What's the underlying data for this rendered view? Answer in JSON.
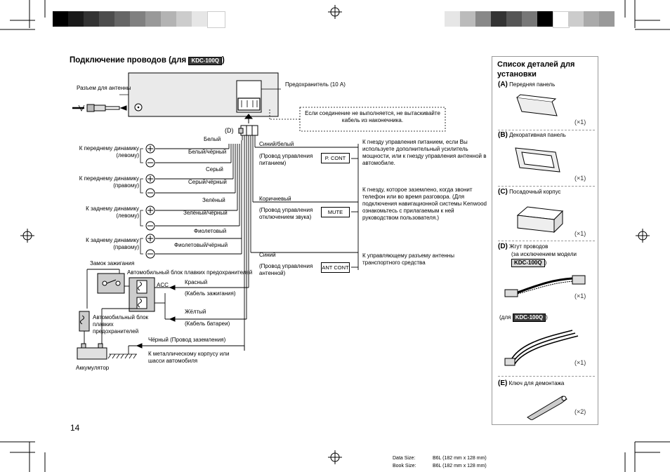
{
  "page": {
    "title": "Подключение проводов (для",
    "title_badge": "KDC-100Q",
    "page_number": "14"
  },
  "unit": {
    "antenna_jack": "Разъем для антенны",
    "fuse": "Предохранитель (10 A)",
    "harness_label": "(D)"
  },
  "note": "Если соединение не выполняется, не вытаскивайте кабель из наконечника.",
  "speakers": [
    {
      "pos": "Белый",
      "neg": "Белый/чёрный",
      "label": "К переднему динамику (левому)"
    },
    {
      "pos": "Серый",
      "neg": "Серый/чёрный",
      "label": "К переднему динамику (правому)"
    },
    {
      "pos": "Зелёный",
      "neg": "Зелёный/чёрный",
      "label": "К заднему динамику (левому)"
    },
    {
      "pos": "Фиолетовый",
      "neg": "Фиолетовый/чёрный",
      "label": "К заднему динамику (правому)"
    }
  ],
  "control_wires": [
    {
      "color": "Синий/белый",
      "sub": "(Провод управления питанием)",
      "box": "P. CONT",
      "desc": "К гнезду управления питанием, если Вы используете дополнительный усилитель мощности, или к гнезду управления антенной в автомобиле."
    },
    {
      "color": "Коричневый",
      "sub": "(Провод управления отключением звука)",
      "box": "MUTE",
      "desc": "К гнезду, которое заземлено, когда звонит телефон или во время разговора. (Для подключения навигационной системы Kenwood ознакомьтесь с прилагаемым к ней руководством пользователя.)"
    },
    {
      "color": "Синий",
      "sub": "(Провод управления антенной)",
      "box": "ANT CONT",
      "desc": "К управляющему разъему антенны транспортного средства"
    }
  ],
  "power": {
    "ignition": "Замок зажигания",
    "fuse_block": "Автомобильный блок плавких предохранителей",
    "acc": "ACC",
    "red": "Красный",
    "red_sub": "(Кабель зажигания)",
    "yellow": "Жёлтый",
    "yellow_sub": "(Кабель батареи)",
    "fuse_block2": "Автомобильный блок плавких предохранителей",
    "black": "Чёрный (Провод заземления)",
    "chassis": "К металлическому корпусу или шасси автомобиля",
    "battery": "Аккумулятор"
  },
  "parts": {
    "title": "Список деталей для установки",
    "items": [
      {
        "letter": "(A)",
        "name": "Передняя панель",
        "qty": "(×1)"
      },
      {
        "letter": "(B)",
        "name": "Декоративная панель",
        "qty": "(×1)"
      },
      {
        "letter": "(C)",
        "name": "Посадочный корпус",
        "qty": "(×1)"
      },
      {
        "letter": "(D)",
        "name": "Жгут проводов",
        "qty": "(×1)"
      },
      {
        "letter": "(E)",
        "name": "Ключ для демонтажа",
        "qty": "(×2)"
      }
    ],
    "d_note1": "(за исключением модели",
    "d_note_badge": "KDC-100Q",
    "d_note_end": ")",
    "d_for": "(для",
    "d_for_badge": "KDC-100Q",
    "d_for_end": ")",
    "d_qty2": "(×1)"
  },
  "footer": {
    "data_size_label": "Data Size:",
    "data_size": "B6L (182 mm x 128 mm)",
    "book_size_label": "Book Size:",
    "book_size": "B6L (182 mm x 128 mm)"
  },
  "print_marks": {
    "left_colors": [
      "#000000",
      "#1a1a1a",
      "#333333",
      "#4d4d4d",
      "#666666",
      "#808080",
      "#999999",
      "#b3b3b3",
      "#cccccc",
      "#e6e6e6",
      "#ffffff"
    ],
    "right_colors": [
      "#e6e6e6",
      "#bbbbbb",
      "#888888",
      "#333333",
      "#555555",
      "#777777",
      "#000000",
      "#ffffff",
      "#cccccc",
      "#aaaaaa",
      "#999999"
    ]
  }
}
